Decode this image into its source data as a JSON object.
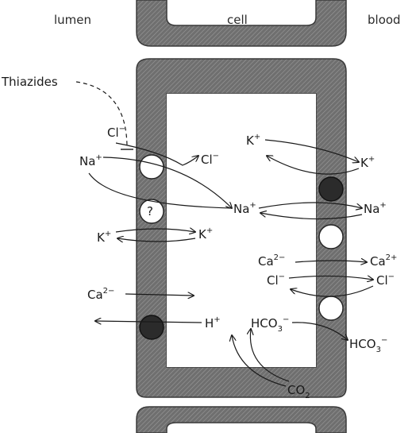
{
  "headers": {
    "lumen": "lumen",
    "cell": "cell",
    "blood": "blood"
  },
  "drug": {
    "label": "Thiazides"
  },
  "ions": {
    "cl_in": {
      "base": "Cl",
      "charge": "−"
    },
    "na_in": {
      "base": "Na",
      "charge": "+"
    },
    "cl_cell": {
      "base": "Cl",
      "charge": "−"
    },
    "na_cell": {
      "base": "Na",
      "charge": "+"
    },
    "na_blood": {
      "base": "Na",
      "charge": "+"
    },
    "k_cell_top": {
      "base": "K",
      "charge": "+"
    },
    "k_blood_top": {
      "base": "K",
      "charge": "+"
    },
    "unknown": "?",
    "k_lumen": {
      "base": "K",
      "charge": "+"
    },
    "k_cell_mid": {
      "base": "K",
      "charge": "+"
    },
    "ca_lumen": {
      "base": "Ca",
      "charge": "2−"
    },
    "ca_cell": {
      "base": "Ca",
      "charge": "2−"
    },
    "ca_blood": {
      "base": "Ca",
      "charge": "2+"
    },
    "cl_cell2": {
      "base": "Cl",
      "charge": "−"
    },
    "cl_blood2": {
      "base": "Cl",
      "charge": "−"
    },
    "h_cell": {
      "base": "H",
      "charge": "+"
    },
    "hco3_cell": {
      "base": "HCO",
      "sub": "3",
      "charge": "−"
    },
    "hco3_blood": {
      "base": "HCO",
      "sub": "3",
      "charge": "−"
    },
    "co2": {
      "base": "CO",
      "sub": "2"
    }
  },
  "colors": {
    "wall": "#6e6e6e",
    "ink": "#1a1a1a",
    "carrier_filled": "#2b2b2b"
  }
}
